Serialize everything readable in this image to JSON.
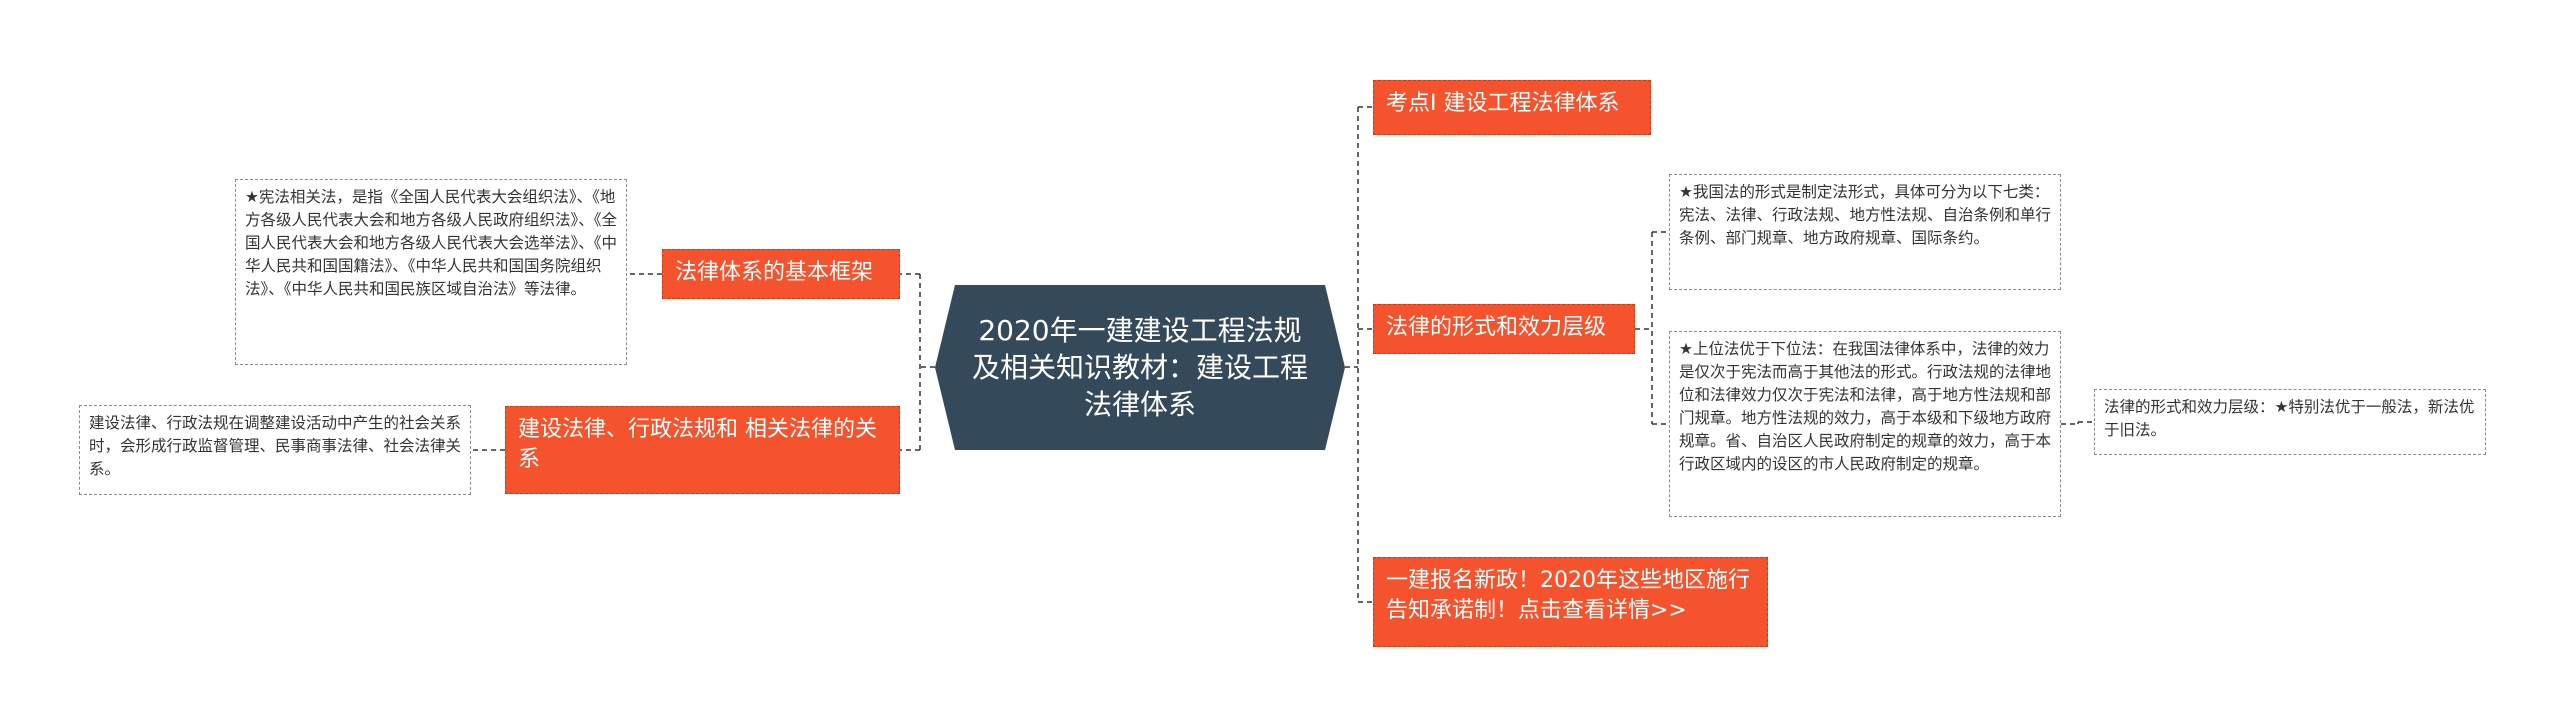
{
  "central": {
    "title": "2020年一建建设工程法规及相关知识教材：建设工程法律体系"
  },
  "left": {
    "framework": {
      "label": "法律体系的基本框架",
      "note": "★宪法相关法，是指《全国人民代表大会组织法》、《地方各级人民代表大会和地方各级人民政府组织法》、《全国人民代表大会和地方各级人民代表大会选举法》、《中华人民共和国国籍法》、《中华人民共和国国务院组织法》、《中华人民共和国民族区域自治法》等法律。"
    },
    "relation": {
      "label": "建设法律、行政法规和 相关法律的关系",
      "note": "建设法律、行政法规在调整建设活动中产生的社会关系时，会形成行政监督管理、民事商事法律、社会法律关系。"
    }
  },
  "right": {
    "exam": {
      "label": "考点I 建设工程法律体系"
    },
    "forms": {
      "label": "法律的形式和效力层级",
      "note1": "★我国法的形式是制定法形式，具体可分为以下七类：宪法、法律、行政法规、地方性法规、自治条例和单行条例、部门规章、地方政府规章、国际条约。",
      "note2": "★上位法优于下位法：在我国法律体系中，法律的效力是仅次于宪法而高于其他法的形式。行政法规的法律地位和法律效力仅次于宪法和法律，高于地方性法规和部门规章。地方性法规的效力，高于本级和下级地方政府规章。省、自治区人民政府制定的规章的效力，高于本行政区域内的设区的市人民政府制定的规章。",
      "note2_child": "法律的形式和效力层级：★特别法优于一般法，新法优于旧法。"
    },
    "news": {
      "label": "一建报名新政！2020年这些地区施行告知承诺制！点击查看详情>>"
    }
  },
  "colors": {
    "central_bg": "#34495a",
    "topic_bg": "#f5532d",
    "line": "#333333"
  }
}
